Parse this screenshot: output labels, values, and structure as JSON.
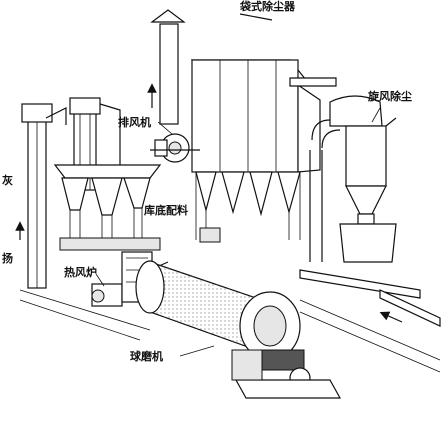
{
  "labels": {
    "bag_filter": "袋式除尘器",
    "cyclone": "旋风除尘",
    "exhaust_fan": "排风机",
    "ash": "灰",
    "silo": "库底配料",
    "hot_air_furnace": "热风炉",
    "ball_mill": "球磨机",
    "lift": "扬"
  }
}
